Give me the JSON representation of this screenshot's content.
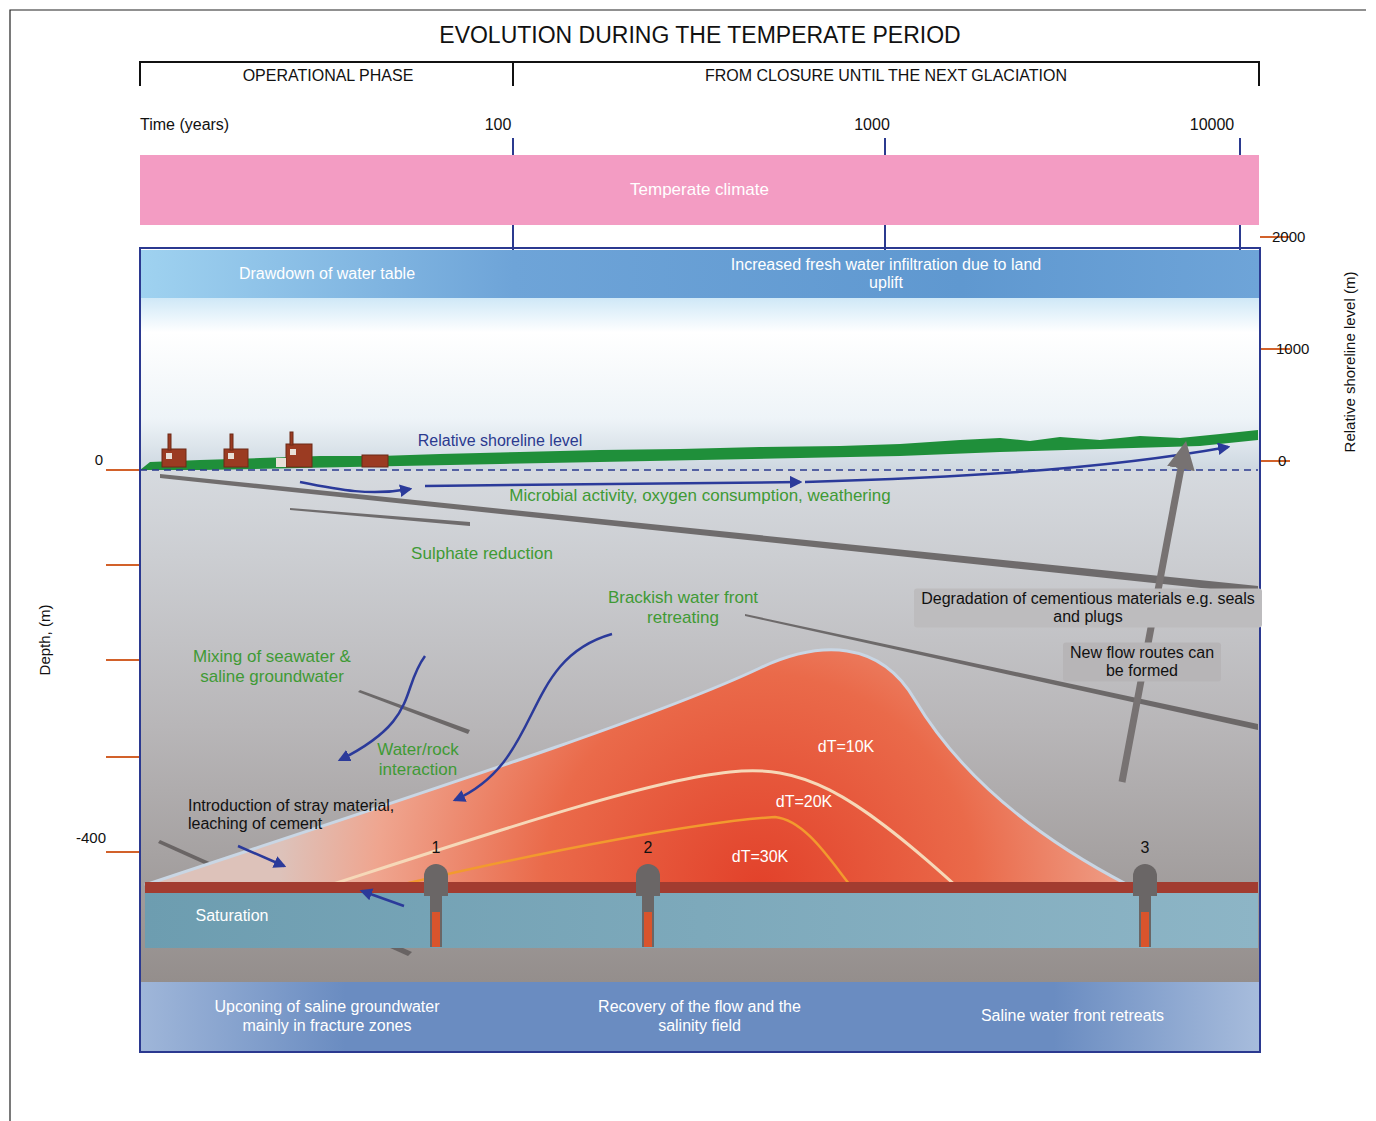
{
  "diagram": {
    "title": "EVOLUTION DURING THE TEMPERATE PERIOD",
    "nodes": [
      {
        "text": [
          "Temperate climate"
        ]
      },
      {
        "text": [
          "Drawdown of water table"
        ]
      },
      {
        "text": [
          "Increased fresh water infiltration due to land uplift"
        ]
      },
      {
        "text": [
          "Upconing of saline groundwater mainly in fracture zones"
        ]
      },
      {
        "text": [
          "Recovery of the flow and the salinity field"
        ]
      },
      {
        "text": [
          "Saline water front retreats"
        ]
      }
    ],
    "labels": [
      "OPERATIONAL PHASE",
      "FROM CLOSURE UNTIL THE NEXT GLACIATION",
      "Time (years)",
      "100",
      "1000",
      "10000",
      "2000",
      "1000",
      "0",
      "Relative shoreline level (m)",
      "0",
      "-400",
      "Depth, (m)",
      "Relative shoreline level",
      "Microbial activity, oxygen consumption, weathering",
      "Sulphate reduction",
      "Brackish water front retreating",
      "Degradation of cementious materials e.g. seals and plugs",
      "New flow routes can be formed",
      "Mixing of seawater & saline groundwater",
      "Water/rock interaction",
      "dT=10K",
      "dT=20K",
      "dT=30K",
      "Introduction of stray material, leaching of cement",
      "1",
      "2",
      "3",
      "Saturation"
    ]
  }
}
